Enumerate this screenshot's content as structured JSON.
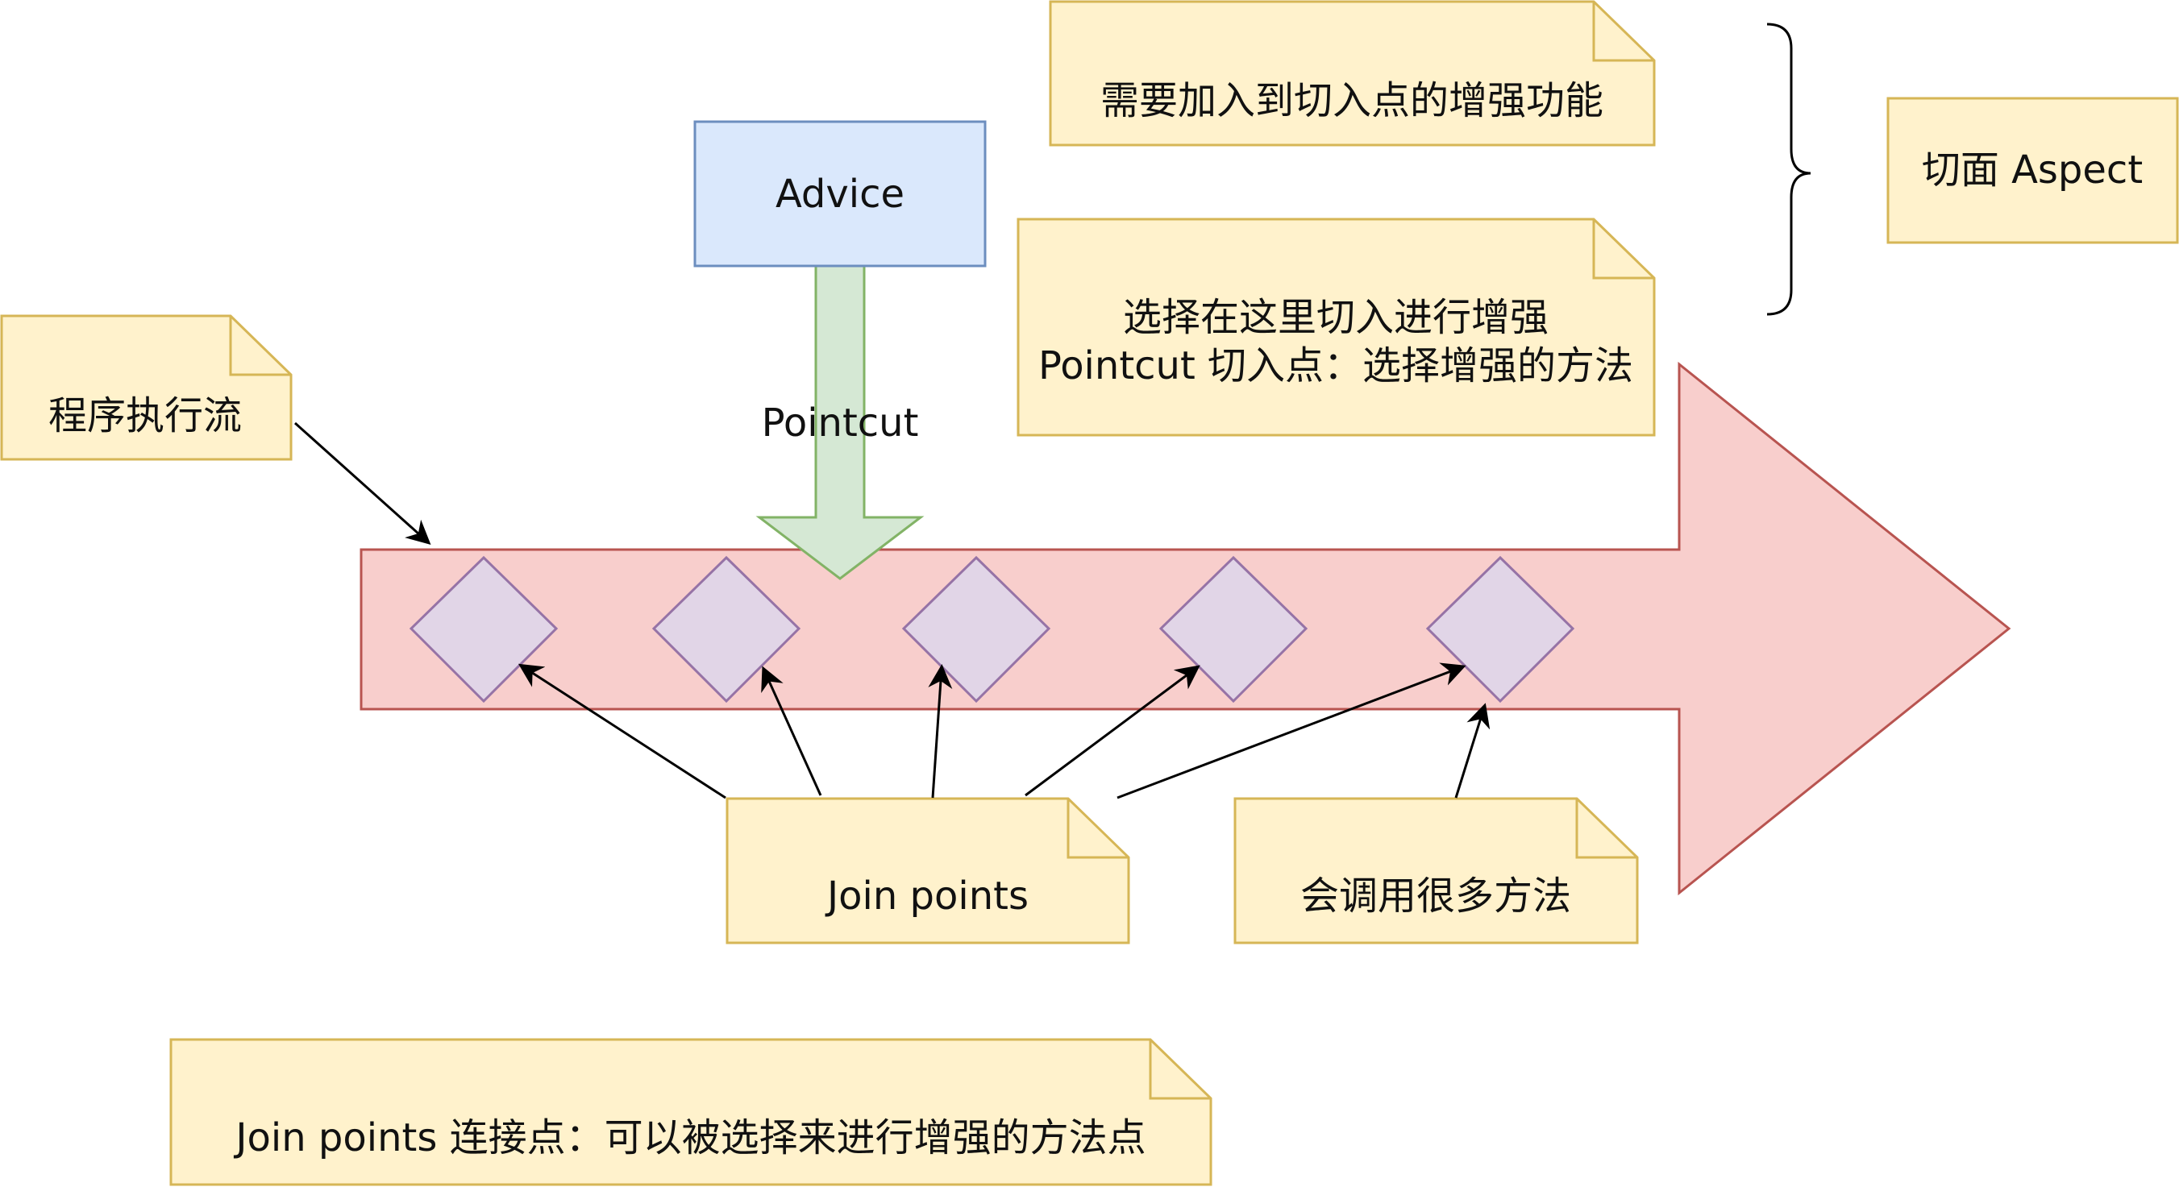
{
  "colors": {
    "note_fill": "#fff2cc",
    "note_stroke": "#d6b656",
    "flow_fill": "#f8cecc",
    "flow_stroke": "#b85450",
    "diamond_fill": "#e1d5e7",
    "diamond_stroke": "#9673a6",
    "advice_fill": "#dae8fc",
    "advice_stroke": "#6c8ebf",
    "pointcut_fill": "#d5e8d4",
    "pointcut_stroke": "#82b366",
    "connector": "#000000"
  },
  "notes": {
    "program_flow": "程序执行流",
    "enhance_function": "需要加入到切入点的增强功能",
    "pointcut_line1": "选择在这里切入进行增强",
    "pointcut_line2": "Pointcut 切入点：选择增强的方法",
    "aspect": "切面 Aspect",
    "join_points": "Join points",
    "many_methods": "会调用很多方法",
    "join_points_definition": "Join points 连接点：可以被选择来进行增强的方法点"
  },
  "advice": {
    "label": "Advice"
  },
  "pointcut": {
    "label": "Pointcut"
  }
}
